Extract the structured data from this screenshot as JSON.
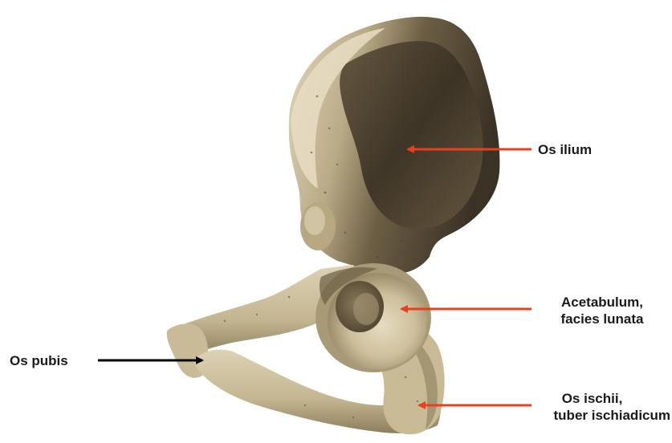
{
  "labels": {
    "ilium": "Os ilium",
    "acetabulum_1": "Acetabulum,",
    "acetabulum_2": "facies lunata",
    "pubis": "Os pubis",
    "ischii_1": "Os ischii,",
    "ischii_2": "tuber ischiadicum"
  },
  "colors": {
    "arrow_red": "#e8401c",
    "arrow_black": "#000000",
    "bone_light": "#d8cdb0",
    "bone_mid": "#b8a985",
    "bone_dark": "#6b5e45",
    "bone_shadow": "#3a3124",
    "background": "#ffffff"
  }
}
